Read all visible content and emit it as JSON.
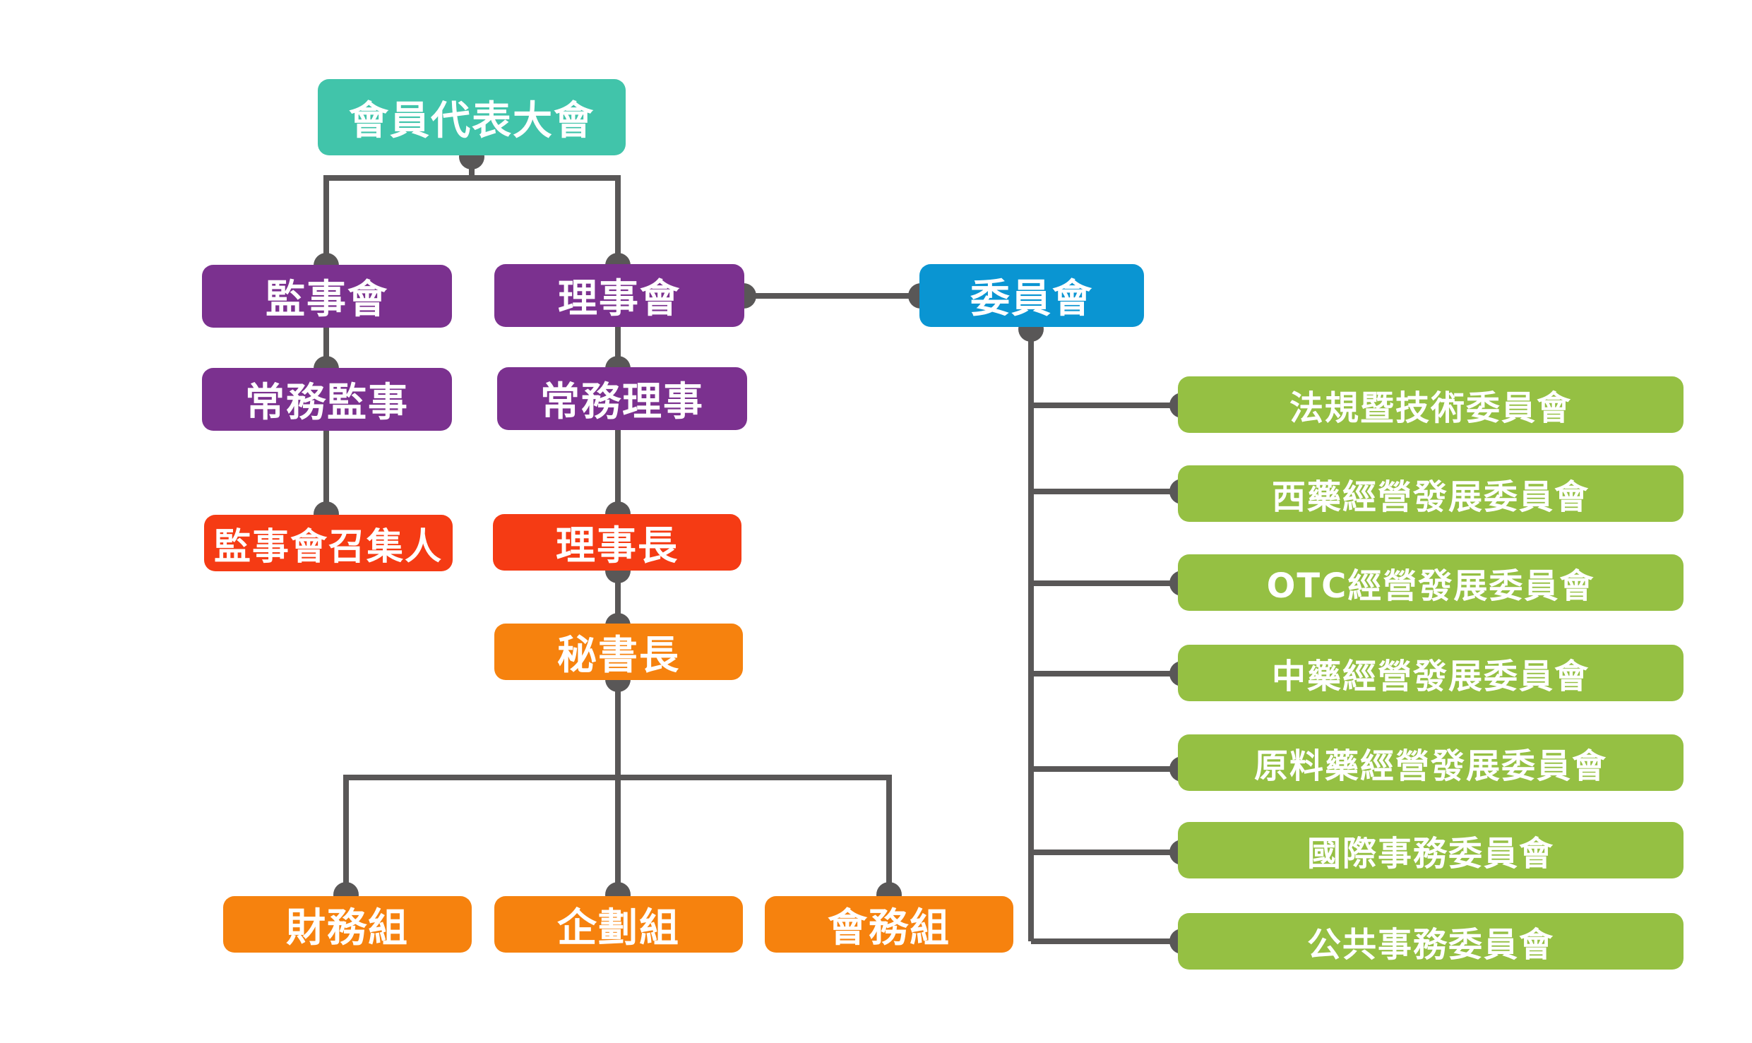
{
  "colors": {
    "line": "#595757",
    "assembly": "#41c4aa",
    "board": "#7b318f",
    "chief": "#f53b14",
    "staff": "#f6820e",
    "committee": "#0a95d2",
    "subcommittee": "#95c043"
  },
  "org": {
    "assembly": "會員代表大會",
    "supervisors": "監事會",
    "directors": "理事會",
    "committee": "委員會",
    "standing_supervisors": "常務監事",
    "standing_directors": "常務理事",
    "supervisor_convener": "監事會召集人",
    "chairman": "理事長",
    "secretary_general": "秘書長",
    "departments": [
      "財務組",
      "企劃組",
      "會務組"
    ],
    "committees": [
      "法規暨技術委員會",
      "西藥經營發展委員會",
      "OTC經營發展委員會",
      "中藥經營發展委員會",
      "原料藥經營發展委員會",
      "國際事務委員會",
      "公共事務委員會"
    ]
  }
}
